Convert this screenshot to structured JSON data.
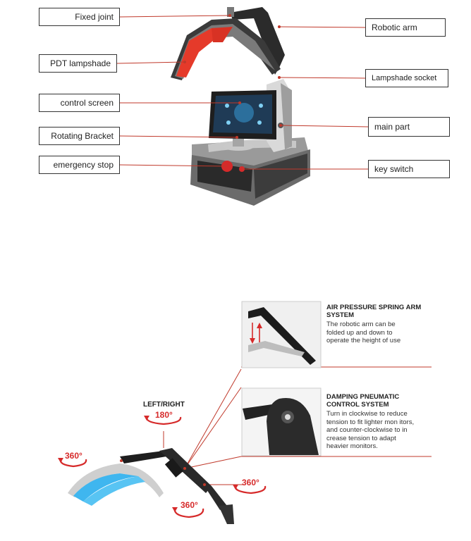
{
  "top_diagram": {
    "labels": {
      "fixed_joint": "Fixed joint",
      "pdt_lampshade": "PDT lampshade",
      "control_screen": "control screen",
      "rotating_bracket": "Rotating Bracket",
      "emergency_stop": "emergency stop",
      "robotic_arm": "Robotic arm",
      "lampshade_socket": "Lampshade socket",
      "main_part": "main part",
      "key_switch": "key switch"
    }
  },
  "bottom_diagram": {
    "air_pressure": {
      "title_line1": "AIR PRESSURE SPRING ARM",
      "title_line2": "SYSTEM",
      "text_lines": [
        "The robotic arm can be",
        "folded up and down to",
        "operate the height of use"
      ]
    },
    "damping": {
      "title_line1": "DAMPING PNEUMATIC",
      "title_line2": "CONTROL SYSTEM",
      "text_lines": [
        "Turn in clockwise to reduce",
        "tension to fit lighter mon itors,",
        "and counter-clockwise to in",
        "crease tension to adapt",
        "heavier monitors."
      ]
    },
    "rotation": {
      "left_right": "LEFT/RIGHT",
      "deg_180": "180°",
      "deg_360_left": "360°",
      "deg_360_right": "360°",
      "deg_360_bottom": "360°"
    }
  },
  "colors": {
    "leader_line": "#c0392b",
    "lamp_red": "#e53a2a",
    "lamp_blue": "#3fb6ef",
    "accent_red": "#d62a2a"
  }
}
